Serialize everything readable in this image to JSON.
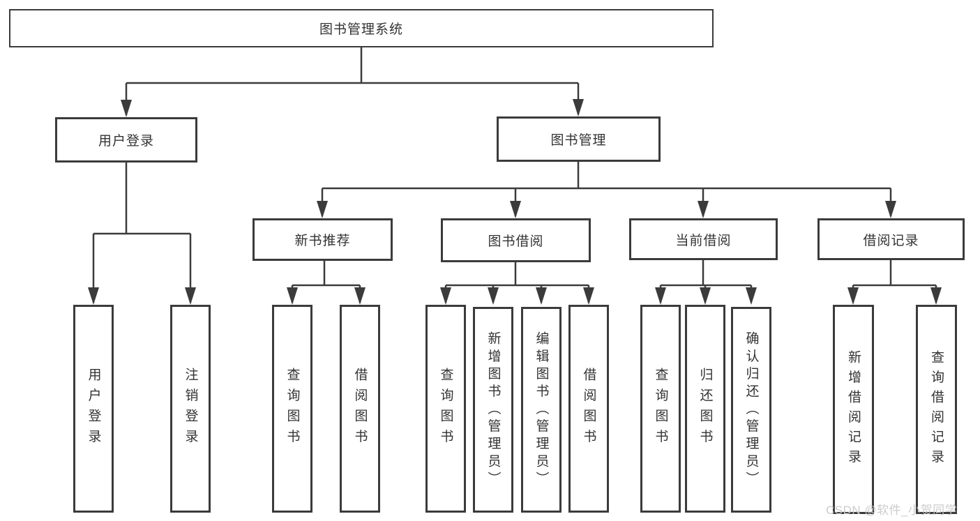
{
  "diagram": {
    "title": "图书管理系统",
    "watermark": "CSDN @软件_小贺同学",
    "colors": {
      "line": "#3b3b3b",
      "border": "#3b3b3b",
      "text": "#333333",
      "background": "#ffffff",
      "watermark": "#c9c9c9"
    },
    "nodes": {
      "root": {
        "label": "图书管理系统"
      },
      "user_login": {
        "label": "用户登录"
      },
      "book_management": {
        "label": "图书管理"
      },
      "new_book_recommend": {
        "label": "新书推荐"
      },
      "book_borrow": {
        "label": "图书借阅"
      },
      "current_borrow": {
        "label": "当前借阅"
      },
      "borrow_records": {
        "label": "借阅记录"
      },
      "leaf_user_login": {
        "label": "用户登录"
      },
      "leaf_logout": {
        "label": "注销登录"
      },
      "leaf_rec_query_book": {
        "label": "查询图书"
      },
      "leaf_rec_borrow_book": {
        "label": "借阅图书"
      },
      "leaf_bb_query_book": {
        "label": "查询图书"
      },
      "leaf_bb_add_book": {
        "label": "新增图书（管理员）"
      },
      "leaf_bb_edit_book": {
        "label": "编辑图书（管理员）"
      },
      "leaf_bb_borrow_book": {
        "label": "借阅图书"
      },
      "leaf_cb_query_book": {
        "label": "查询图书"
      },
      "leaf_cb_return_book": {
        "label": "归还图书"
      },
      "leaf_cb_confirm_return": {
        "label": "确认归还（管理员）"
      },
      "leaf_br_add_record": {
        "label": "新增借阅记录"
      },
      "leaf_br_query_record": {
        "label": "查询借阅记录"
      }
    }
  }
}
